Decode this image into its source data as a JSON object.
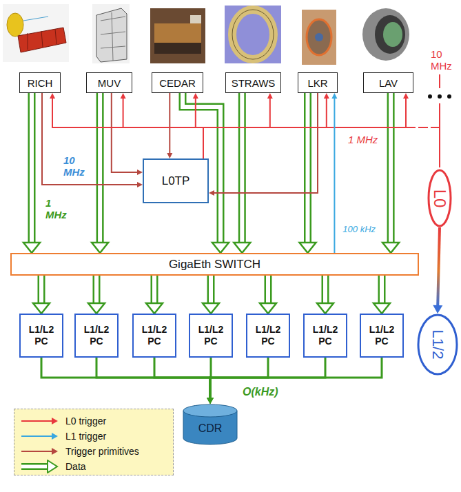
{
  "diagram": {
    "nodes": [
      {
        "text": [
          "RICH"
        ]
      },
      {
        "text": [
          "MUV"
        ]
      },
      {
        "text": [
          "CEDAR"
        ]
      },
      {
        "text": [
          "STRAWS"
        ]
      },
      {
        "text": [
          "LKR"
        ]
      },
      {
        "text": [
          "LAV"
        ]
      },
      {
        "text": [
          "L0TP"
        ]
      },
      {
        "text": [
          "L0"
        ]
      },
      {
        "text": [
          "GigaEth SWITCH"
        ]
      },
      {
        "text": [
          "L1/L2 PC"
        ]
      },
      {
        "text": [
          "L1/L2 PC"
        ]
      },
      {
        "text": [
          "L1/L2 PC"
        ]
      },
      {
        "text": [
          "L1/L2 PC"
        ]
      },
      {
        "text": [
          "L1/L2 PC"
        ]
      },
      {
        "text": [
          "L1/L2 PC"
        ]
      },
      {
        "text": [
          "L1/L2 PC"
        ]
      },
      {
        "text": [
          "L1/2"
        ]
      },
      {
        "text": [
          "CDR"
        ]
      }
    ],
    "edges": [
      {
        "from": 0,
        "to": 8,
        "arrow": "to"
      },
      {
        "from": 1,
        "to": 8,
        "arrow": "to"
      },
      {
        "from": 2,
        "to": 8,
        "arrow": "to"
      },
      {
        "from": 3,
        "to": 8,
        "arrow": "to"
      },
      {
        "from": 4,
        "to": 8,
        "arrow": "to"
      },
      {
        "from": 5,
        "to": 8,
        "arrow": "to"
      },
      {
        "from": 0,
        "to": 6,
        "arrow": "to"
      },
      {
        "from": 1,
        "to": 6,
        "arrow": "to"
      },
      {
        "from": 2,
        "to": 6,
        "arrow": "to"
      },
      {
        "from": 4,
        "to": 6,
        "arrow": "to"
      },
      {
        "from": 6,
        "to": 0,
        "arrow": "to"
      },
      {
        "from": 6,
        "to": 1,
        "arrow": "to"
      },
      {
        "from": 6,
        "to": 2,
        "arrow": "to"
      },
      {
        "from": 6,
        "to": 3,
        "arrow": "to"
      },
      {
        "from": 6,
        "to": 4,
        "arrow": "to"
      },
      {
        "from": 6,
        "to": 5,
        "arrow": "to"
      },
      {
        "from": 8,
        "to": 4,
        "label": "100 kHz",
        "arrow": "to"
      },
      {
        "from": 8,
        "to": 9,
        "arrow": "to"
      },
      {
        "from": 8,
        "to": 10,
        "arrow": "to"
      },
      {
        "from": 8,
        "to": 11,
        "arrow": "to"
      },
      {
        "from": 8,
        "to": 12,
        "arrow": "to"
      },
      {
        "from": 8,
        "to": 13,
        "arrow": "to"
      },
      {
        "from": 8,
        "to": 14,
        "arrow": "to"
      },
      {
        "from": 8,
        "to": 15,
        "arrow": "to"
      },
      {
        "from": 9,
        "to": 17,
        "arrow": "to"
      },
      {
        "from": 10,
        "to": 17,
        "arrow": "to"
      },
      {
        "from": 11,
        "to": 17,
        "arrow": "to"
      },
      {
        "from": 12,
        "to": 17,
        "arrow": "to"
      },
      {
        "from": 13,
        "to": 17,
        "arrow": "to"
      },
      {
        "from": 14,
        "to": 17,
        "arrow": "to"
      },
      {
        "from": 15,
        "to": 17,
        "arrow": "to"
      },
      {
        "from": 7,
        "to": 16,
        "arrow": "to"
      }
    ],
    "labels": [
      "10 MHz",
      "1 MHz",
      "10 MHz",
      "1 MHz",
      "O(kHz)"
    ],
    "legend": [
      {
        "text": "L0 trigger"
      },
      {
        "text": "L1 trigger"
      },
      {
        "text": "Trigger primitives"
      },
      {
        "text": "Data"
      }
    ]
  }
}
